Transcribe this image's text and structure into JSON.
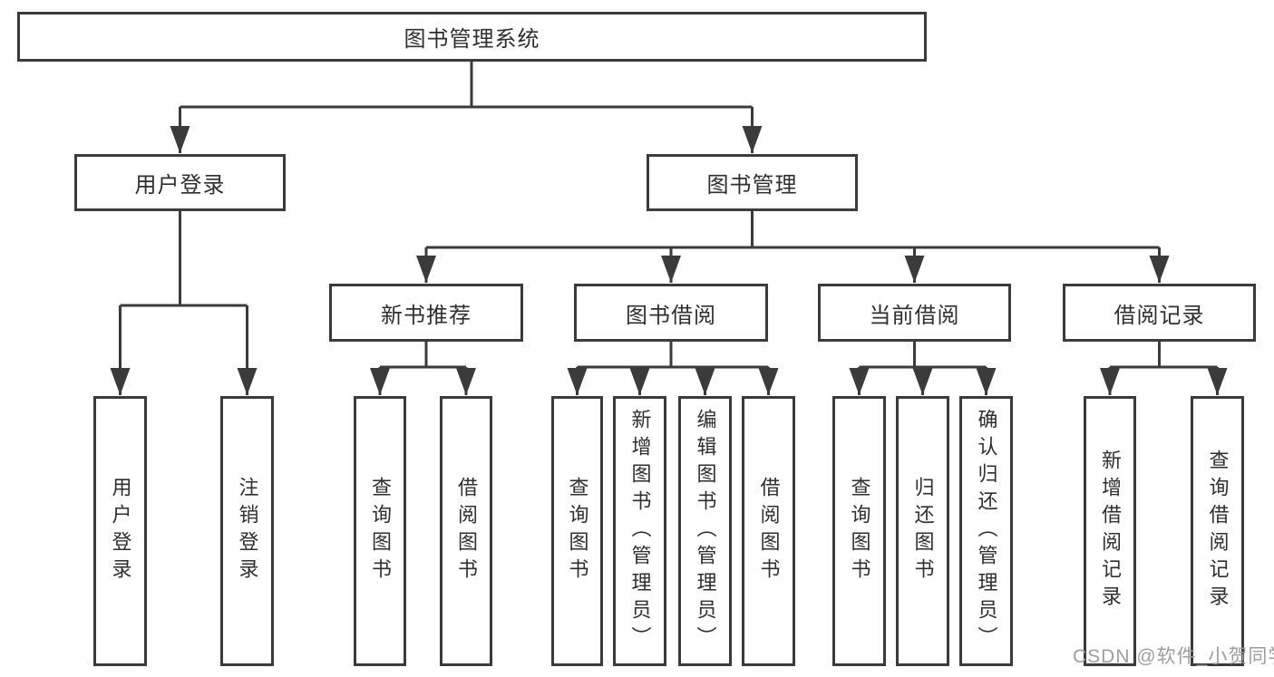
{
  "colors": {
    "line": "#3b3b3b",
    "box_border": "#3b3b3b",
    "box_fill": "#ffffff",
    "text": "#2f2f2f",
    "watermark": "#9e9e9e",
    "background": "#ffffff"
  },
  "watermark": {
    "text": "CSDN @软件_小贺同学"
  },
  "tree": {
    "label": "图书管理系统",
    "children": [
      {
        "label": "用户登录",
        "children": [
          {
            "label": "用户登录"
          },
          {
            "label": "注销登录"
          }
        ]
      },
      {
        "label": "图书管理",
        "children": [
          {
            "label": "新书推荐",
            "children": [
              {
                "label": "查询图书"
              },
              {
                "label": "借阅图书"
              }
            ]
          },
          {
            "label": "图书借阅",
            "children": [
              {
                "label": "查询图书"
              },
              {
                "label": "新增图书（管理员）"
              },
              {
                "label": "编辑图书（管理员）"
              },
              {
                "label": "借阅图书"
              }
            ]
          },
          {
            "label": "当前借阅",
            "children": [
              {
                "label": "查询图书"
              },
              {
                "label": "归还图书"
              },
              {
                "label": "确认归还（管理员）"
              }
            ]
          },
          {
            "label": "借阅记录",
            "children": [
              {
                "label": "新增借阅记录"
              },
              {
                "label": "查询借阅记录"
              }
            ]
          }
        ]
      }
    ]
  }
}
